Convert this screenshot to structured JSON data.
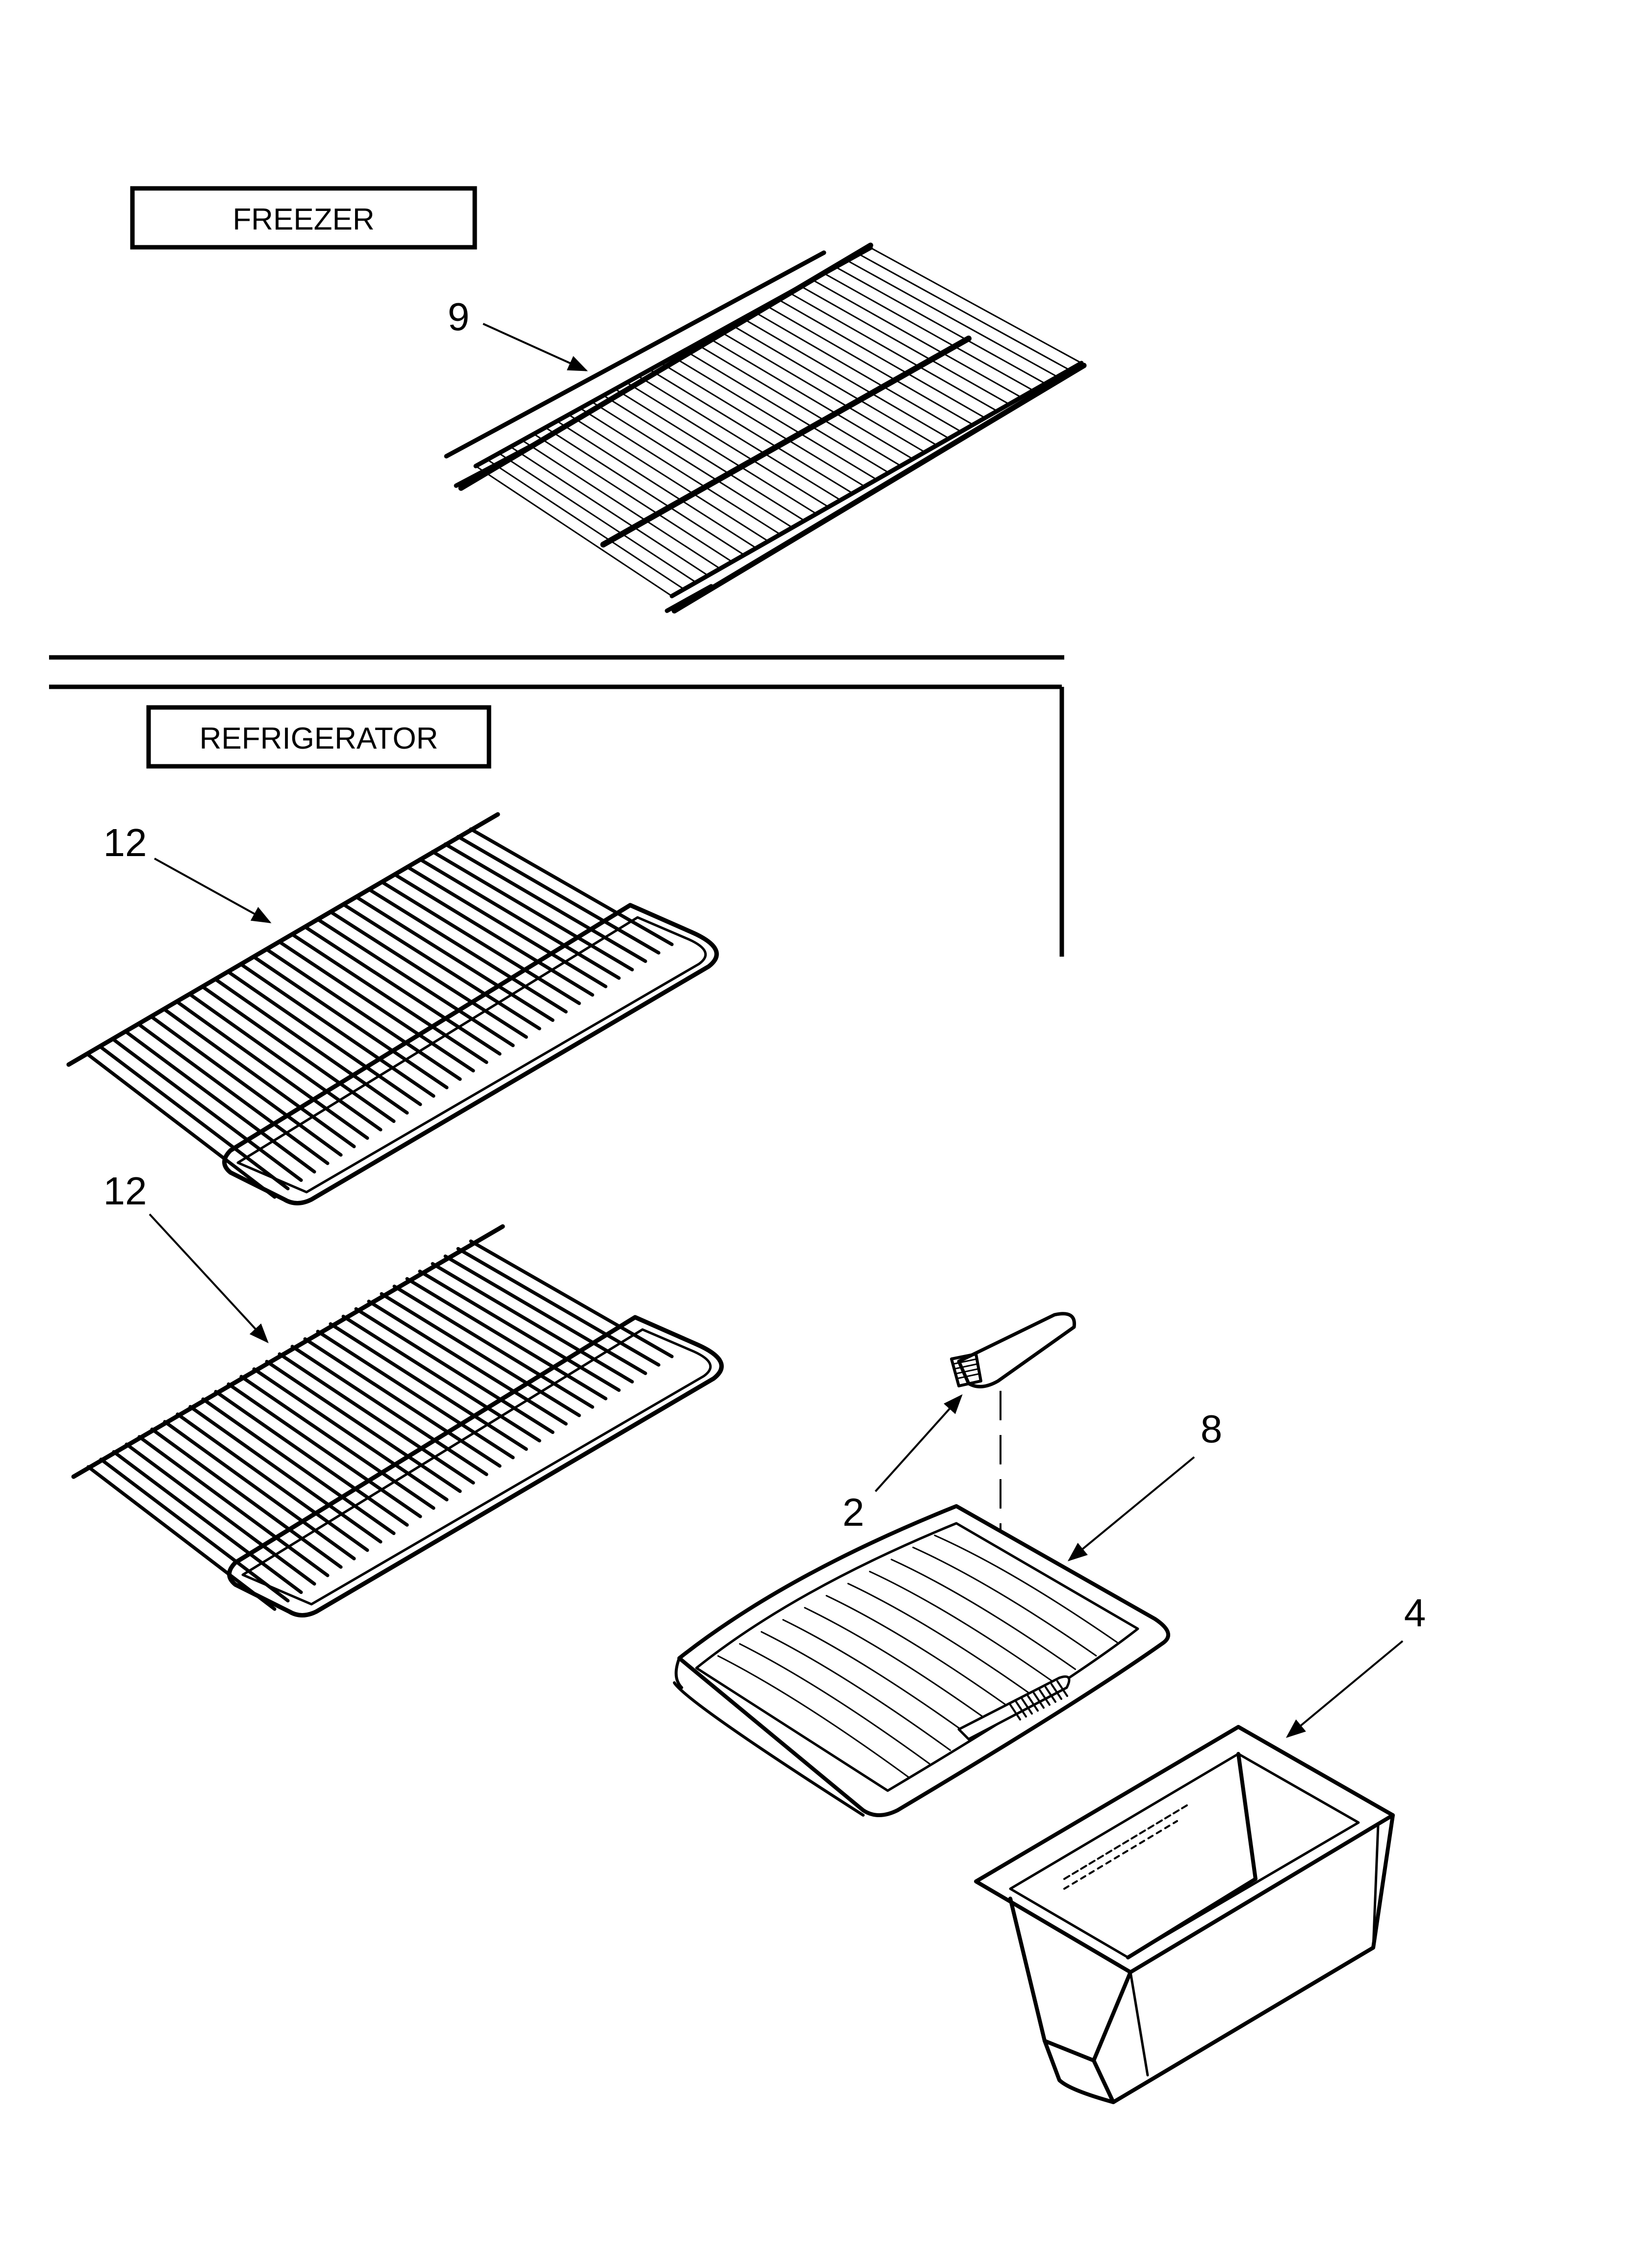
{
  "sections": {
    "freezer": "FREEZER",
    "refrigerator": "REFRIGERATOR"
  },
  "callouts": {
    "freezer_shelf": "9",
    "upper_wire_shelf": "12",
    "lower_wire_shelf": "12",
    "humidity_control": "2",
    "crisper_cover": "8",
    "crisper_drawer": "4"
  }
}
